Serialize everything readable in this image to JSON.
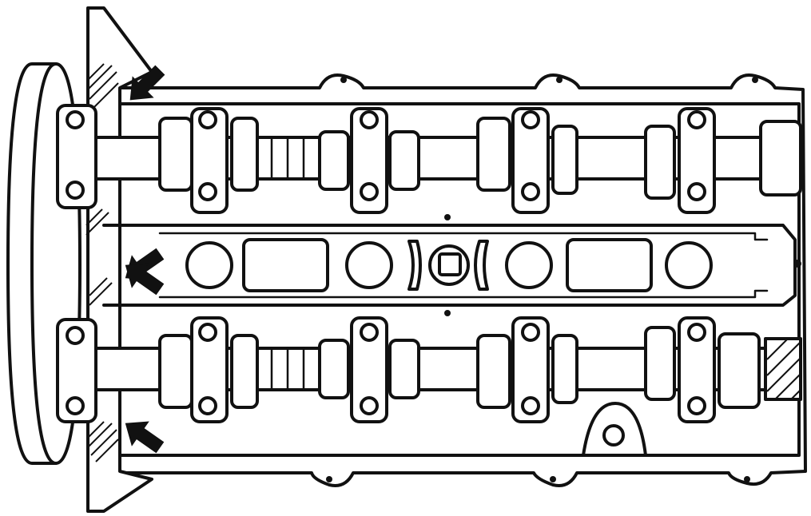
{
  "figure": {
    "subject": "cylinder-head-camshaft-sealant-points",
    "colors": {
      "line": "#111111",
      "background": "#ffffff"
    },
    "arrows": [
      {
        "name": "arrow-upper-gasket-corner",
        "direction": "down-left"
      },
      {
        "name": "arrow-center-upper",
        "direction": "down-left"
      },
      {
        "name": "arrow-center-lower",
        "direction": "up-left"
      },
      {
        "name": "arrow-lower-gasket-corner",
        "direction": "up-left"
      }
    ],
    "camshafts": [
      {
        "name": "intake-camshaft",
        "bearing_caps": 5
      },
      {
        "name": "exhaust-camshaft",
        "bearing_caps": 5
      }
    ],
    "spark_plug_wells": 4
  }
}
